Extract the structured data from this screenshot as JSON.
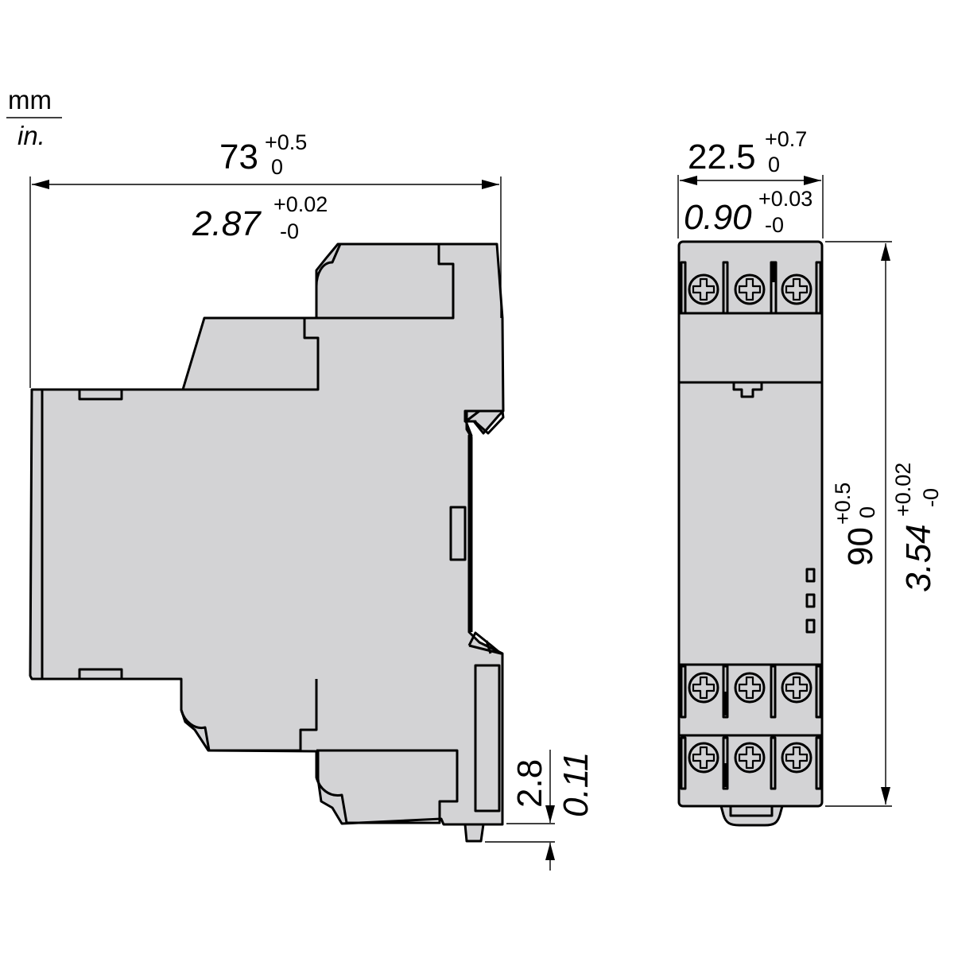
{
  "units": {
    "primary": "mm",
    "secondary": "in."
  },
  "side_view": {
    "width_dimension": {
      "mm_value": "73",
      "mm_tol_upper": "+0.5",
      "mm_tol_lower": "0",
      "in_value": "2.87",
      "in_tol_upper": "+0.02",
      "in_tol_lower": "-0"
    },
    "clip_offset_dimension": {
      "mm_value": "2.8",
      "in_value": "0.11"
    }
  },
  "front_view": {
    "width_dimension": {
      "mm_value": "22.5",
      "mm_tol_upper": "+0.7",
      "mm_tol_lower": "0",
      "in_value": "0.90",
      "in_tol_upper": "+0.03",
      "in_tol_lower": "-0"
    },
    "height_dimension": {
      "mm_value": "90",
      "mm_tol_upper": "+0.5",
      "mm_tol_lower": "0",
      "in_value": "3.54",
      "in_tol_upper": "+0.02",
      "in_tol_lower": "-0"
    },
    "terminal_rows": 3,
    "terminals_per_row": 3,
    "led_indicators": 3
  },
  "colors": {
    "body_fill": "#d3d3d5",
    "outline": "#000000",
    "background": "#ffffff"
  }
}
